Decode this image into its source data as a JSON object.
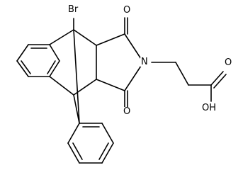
{
  "atom_labels": {
    "br": "Br",
    "o_top": "O",
    "n": "N",
    "o_bottom": "O",
    "o_acid": "O",
    "oh": "OH"
  },
  "colors": {
    "ink": "#000000",
    "background": "#ffffff"
  }
}
